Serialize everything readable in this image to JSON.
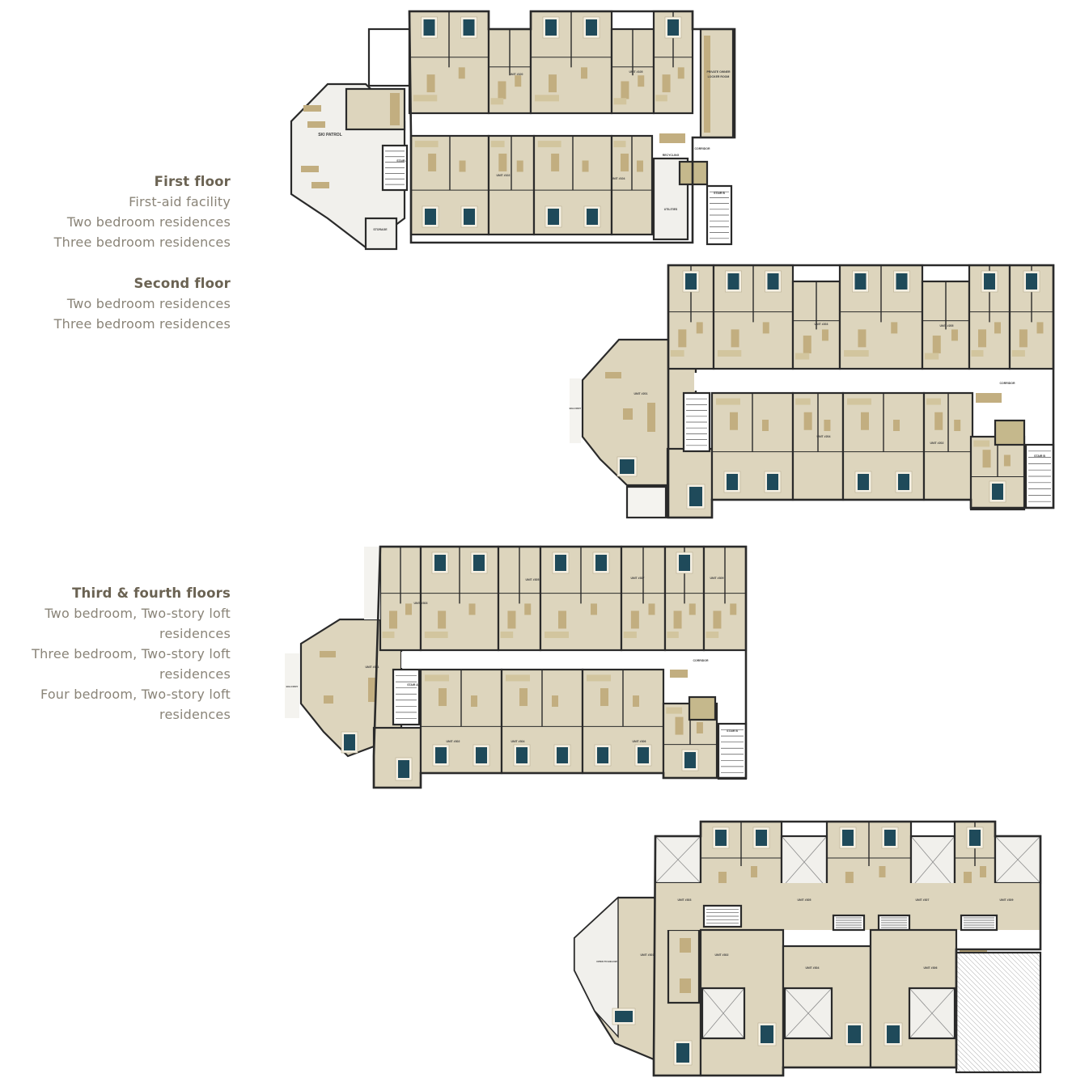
{
  "colors": {
    "room_fill": "#ddd5bd",
    "cabinet_fill": "#c2ae80",
    "bed_fill": "#1f4a5a",
    "wall": "#2a2a2a",
    "void_fill": "#f1f0ec",
    "caption_head": "#6b6353",
    "caption_text": "#8a8478"
  },
  "legend": {
    "first_floor": {
      "title": "First floor",
      "items": [
        "First-aid facility",
        "Two bedroom residences",
        "Three bedroom residences"
      ]
    },
    "second_floor": {
      "title": "Second floor",
      "items": [
        "Two bedroom residences",
        "Three bedroom residences"
      ]
    },
    "third_fourth_floors": {
      "title": "Third & fourth floors",
      "items": [
        "Two bedroom, Two-story loft",
        "residences",
        "Three bedroom, Two-story loft",
        "residences",
        "Four bedroom, Two-story loft",
        "residences"
      ]
    }
  },
  "plans": {
    "first": {
      "room_labels": [
        "SKI PATROL",
        "STORAGE",
        "CORRIDOR",
        "STAIR A",
        "STAIR B",
        "UTILITIES",
        "RECYCLING",
        "PRIVATE OWNER LOCKER ROOM",
        "UNIT #100",
        "UNIT #102",
        "UNIT #104",
        "UNIT #105",
        "CORRIDOR"
      ]
    },
    "second": {
      "room_labels": [
        "UNIT #201",
        "UNIT #202",
        "UNIT #203",
        "UNIT #204",
        "UNIT #205",
        "CORRIDOR",
        "STAIR B",
        "BALCONY"
      ]
    },
    "third": {
      "room_labels": [
        "UNIT #301",
        "UNIT #303",
        "UNIT #305",
        "UNIT #307",
        "UNIT #309",
        "UNIT #302",
        "UNIT #304",
        "UNIT #306",
        "CORRIDOR",
        "STAIR A",
        "STAIR B",
        "BALCONY"
      ]
    },
    "fourth": {
      "room_labels": [
        "UNIT #301",
        "UNIT #302",
        "UNIT #303",
        "UNIT #304",
        "UNIT #305",
        "UNIT #306",
        "UNIT #307",
        "UNIT #309",
        "OPEN TO BELOW"
      ]
    }
  }
}
